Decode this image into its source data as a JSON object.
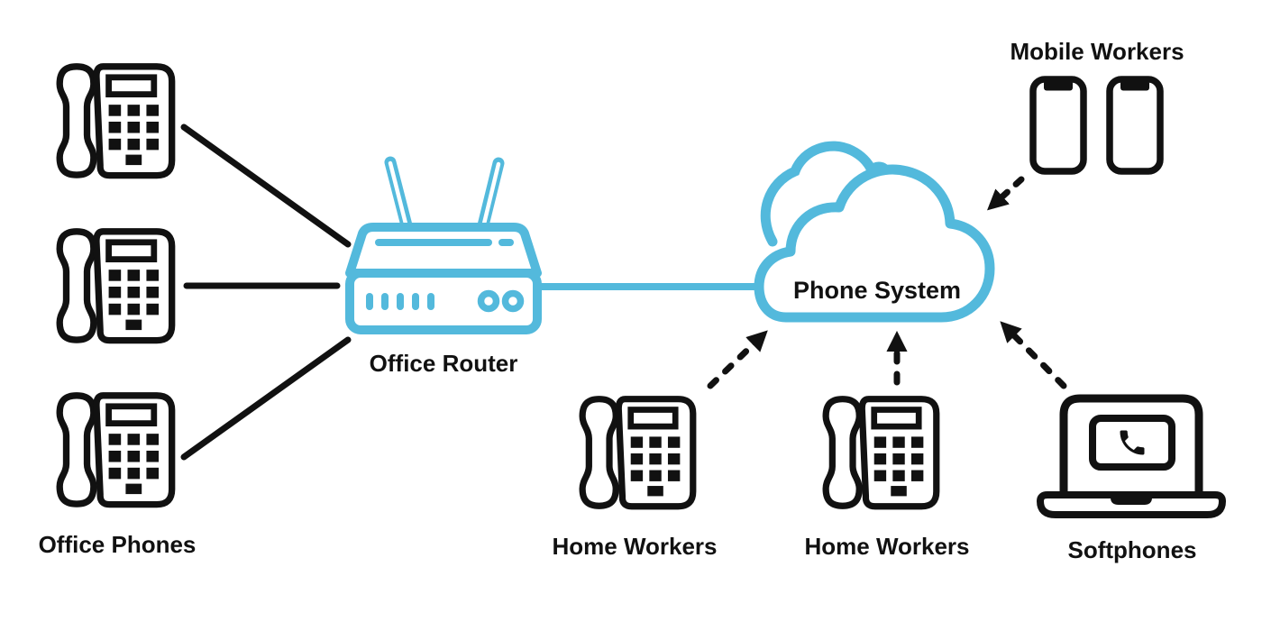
{
  "diagram": {
    "labels": {
      "office_phones": "Office Phones",
      "office_router": "Office Router",
      "phone_system": "Phone System",
      "mobile_workers": "Mobile Workers",
      "home_workers_1": "Home Workers",
      "home_workers_2": "Home Workers",
      "softphones": "Softphones"
    },
    "colors": {
      "accent": "#53b9dc",
      "ink": "#111111",
      "background": "#ffffff"
    },
    "icons": [
      "desk-phone-icon",
      "router-icon",
      "cloud-icon",
      "smartphone-icon",
      "laptop-icon",
      "call-handset-icon"
    ],
    "nodes": [
      {
        "id": "office-phone-1",
        "icon": "desk-phone-icon"
      },
      {
        "id": "office-phone-2",
        "icon": "desk-phone-icon"
      },
      {
        "id": "office-phone-3",
        "icon": "desk-phone-icon"
      },
      {
        "id": "office-router",
        "icon": "router-icon"
      },
      {
        "id": "phone-system",
        "icon": "cloud-icon"
      },
      {
        "id": "mobile-workers",
        "icon": "smartphone-icon",
        "count": 2
      },
      {
        "id": "home-workers-1",
        "icon": "desk-phone-icon"
      },
      {
        "id": "home-workers-2",
        "icon": "desk-phone-icon"
      },
      {
        "id": "softphones",
        "icon": "laptop-icon"
      }
    ],
    "connections": [
      {
        "from": "office-phone-1",
        "to": "office-router",
        "style": "solid-black"
      },
      {
        "from": "office-phone-2",
        "to": "office-router",
        "style": "solid-black"
      },
      {
        "from": "office-phone-3",
        "to": "office-router",
        "style": "solid-black"
      },
      {
        "from": "office-router",
        "to": "phone-system",
        "style": "solid-accent"
      },
      {
        "from": "home-workers-1",
        "to": "phone-system",
        "style": "dashed-arrow"
      },
      {
        "from": "home-workers-2",
        "to": "phone-system",
        "style": "dashed-arrow"
      },
      {
        "from": "softphones",
        "to": "phone-system",
        "style": "dashed-arrow"
      },
      {
        "from": "mobile-workers",
        "to": "phone-system",
        "style": "dashed-arrow"
      }
    ]
  }
}
